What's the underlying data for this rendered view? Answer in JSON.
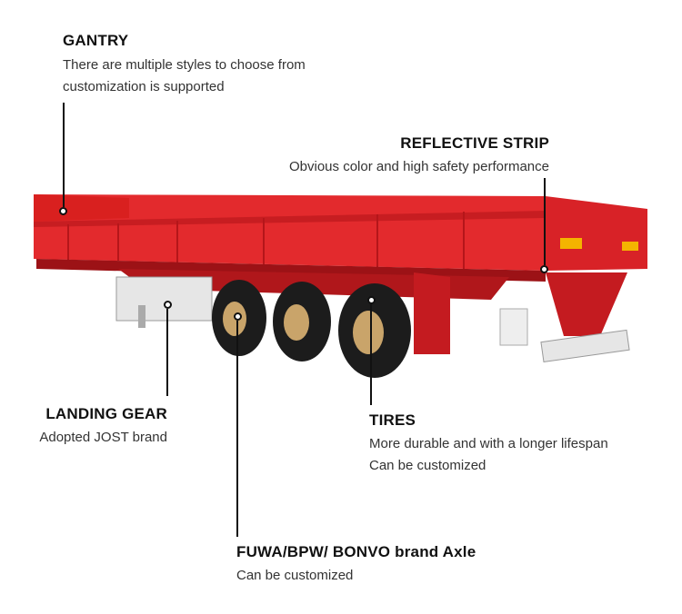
{
  "gantry": {
    "title": "GANTRY",
    "line1": "There are multiple styles to choose from",
    "line2": "customization is supported"
  },
  "reflective": {
    "title": "REFLECTIVE STRIP",
    "line1": "Obvious color and high safety performance"
  },
  "landing": {
    "title": "LANDING GEAR",
    "line1": "Adopted JOST brand"
  },
  "tires": {
    "title": "TIRES",
    "line1": "More durable and with a longer lifespan",
    "line2": "Can be customized"
  },
  "axle": {
    "title": "FUWA/BPW/ BONVO brand Axle",
    "line1": "Can be customized"
  },
  "colors": {
    "trailer_red": "#e8262a",
    "dark_red": "#b8161b",
    "tire": "#1c1c1c",
    "rim": "#c9a46a"
  }
}
